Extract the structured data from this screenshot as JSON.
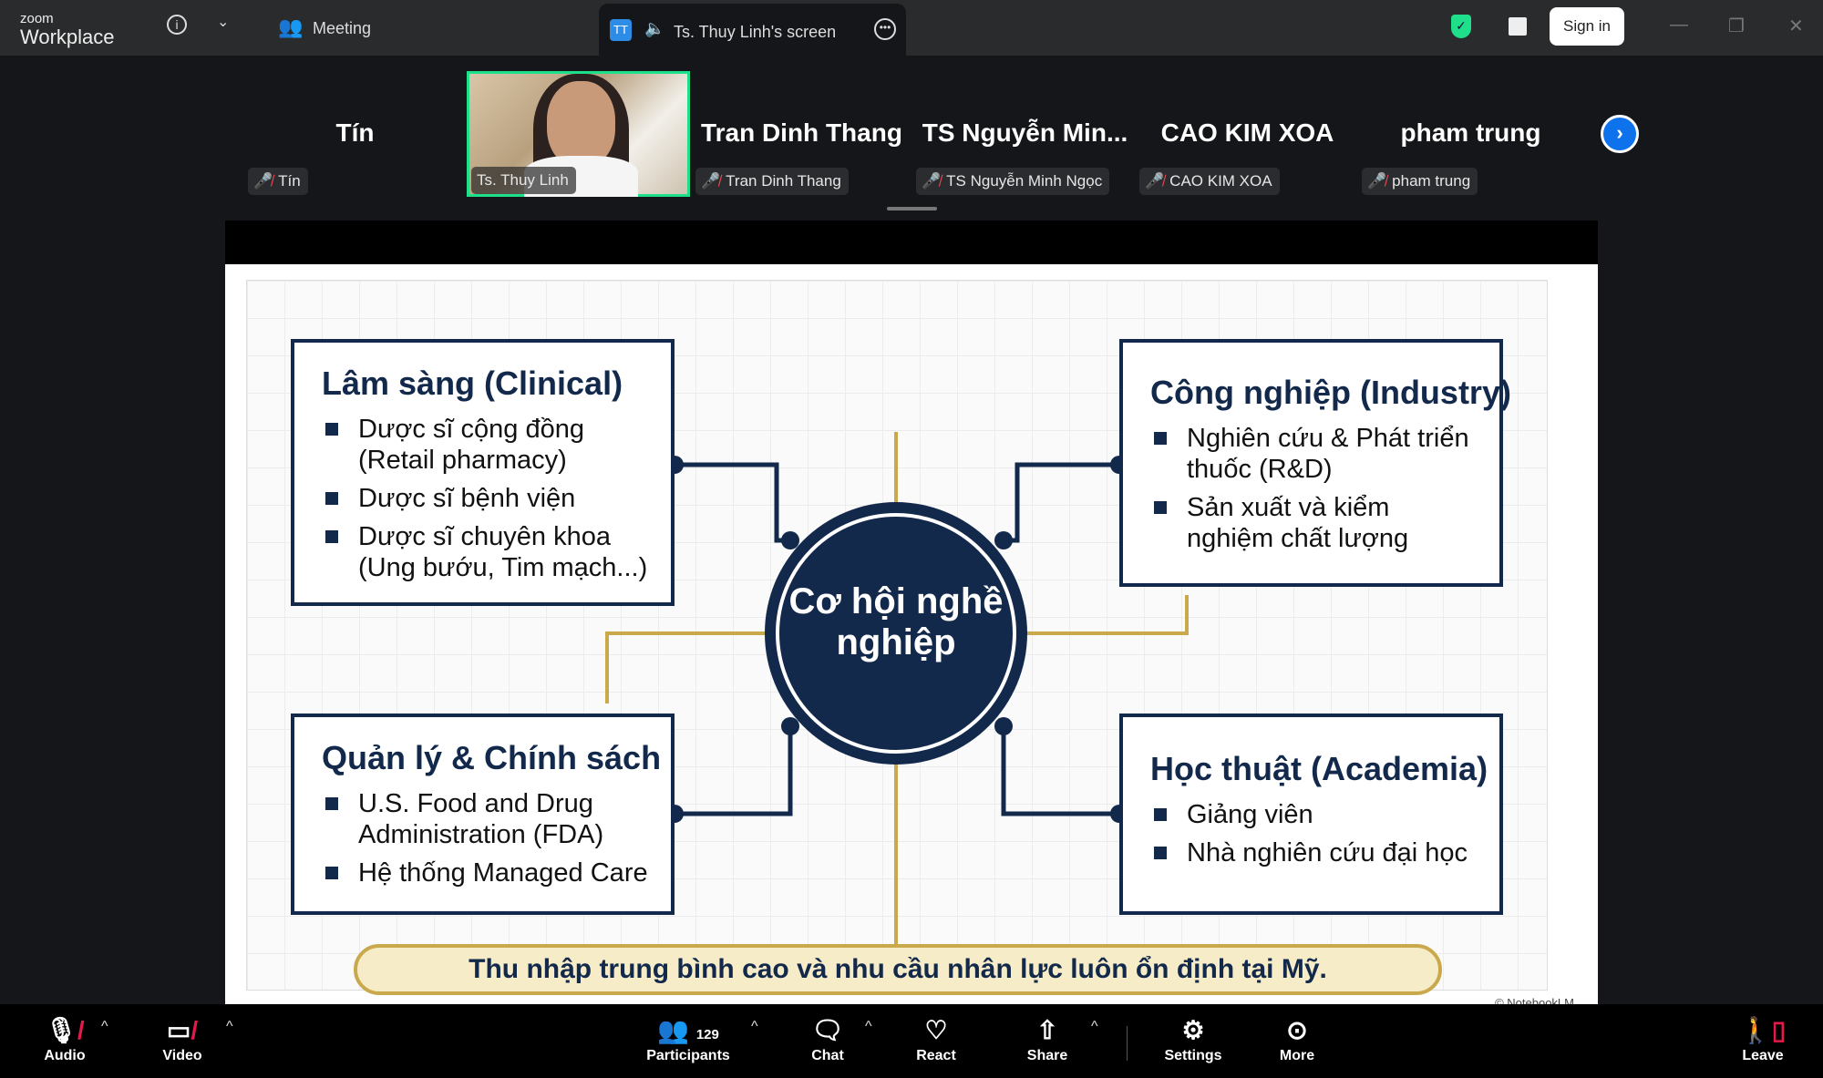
{
  "app": {
    "logo_small": "zoom",
    "logo_big": "Workplace",
    "meeting_label": "Meeting",
    "share_initials": "TT",
    "share_title": "Ts. Thuy Linh's screen",
    "sign_in": "Sign in"
  },
  "participants": [
    {
      "big": "Tín",
      "chip": "Tín"
    },
    {
      "chip": "Ts. Thuy Linh"
    },
    {
      "big": "Tran Dinh Thang",
      "chip": "Tran Dinh Thang"
    },
    {
      "big": "TS  Nguyễn  Min...",
      "chip": "TS Nguyễn Minh Ngọc"
    },
    {
      "big": "CAO KIM XOA",
      "chip": "CAO KIM XOA"
    },
    {
      "big": "pham trung",
      "chip": "pham trung"
    }
  ],
  "slide": {
    "center": "Cơ hội nghề nghiệp",
    "clinical": {
      "title": "Lâm sàng (Clinical)",
      "items": [
        "Dược sĩ cộng đồng (Retail pharmacy)",
        "Dược sĩ bệnh viện",
        "Dược sĩ chuyên khoa (Ung bướu, Tim mạch...)"
      ]
    },
    "industry": {
      "title": "Công nghiệp (Industry)",
      "items": [
        "Nghiên cứu & Phát triển thuốc (R&D)",
        "Sản xuất và kiểm nghiệm chất lượng"
      ]
    },
    "policy": {
      "title": "Quản lý & Chính sách",
      "items": [
        "U.S. Food and Drug Administration (FDA)",
        "Hệ thống Managed Care"
      ]
    },
    "academia": {
      "title": "Học thuật (Academia)",
      "items": [
        "Giảng viên",
        "Nhà nghiên cứu đại học"
      ]
    },
    "footer": "Thu nhập trung bình cao và nhu cầu nhân lực luôn ổn định tại Mỹ.",
    "watermark": "© NotebookLM",
    "colors": {
      "navy": "#13294b",
      "gold": "#c9a94b"
    }
  },
  "toolbar": {
    "audio": "Audio",
    "video": "Video",
    "participants": "Participants",
    "participants_count": "129",
    "chat": "Chat",
    "react": "React",
    "share": "Share",
    "settings": "Settings",
    "more": "More",
    "leave": "Leave"
  }
}
